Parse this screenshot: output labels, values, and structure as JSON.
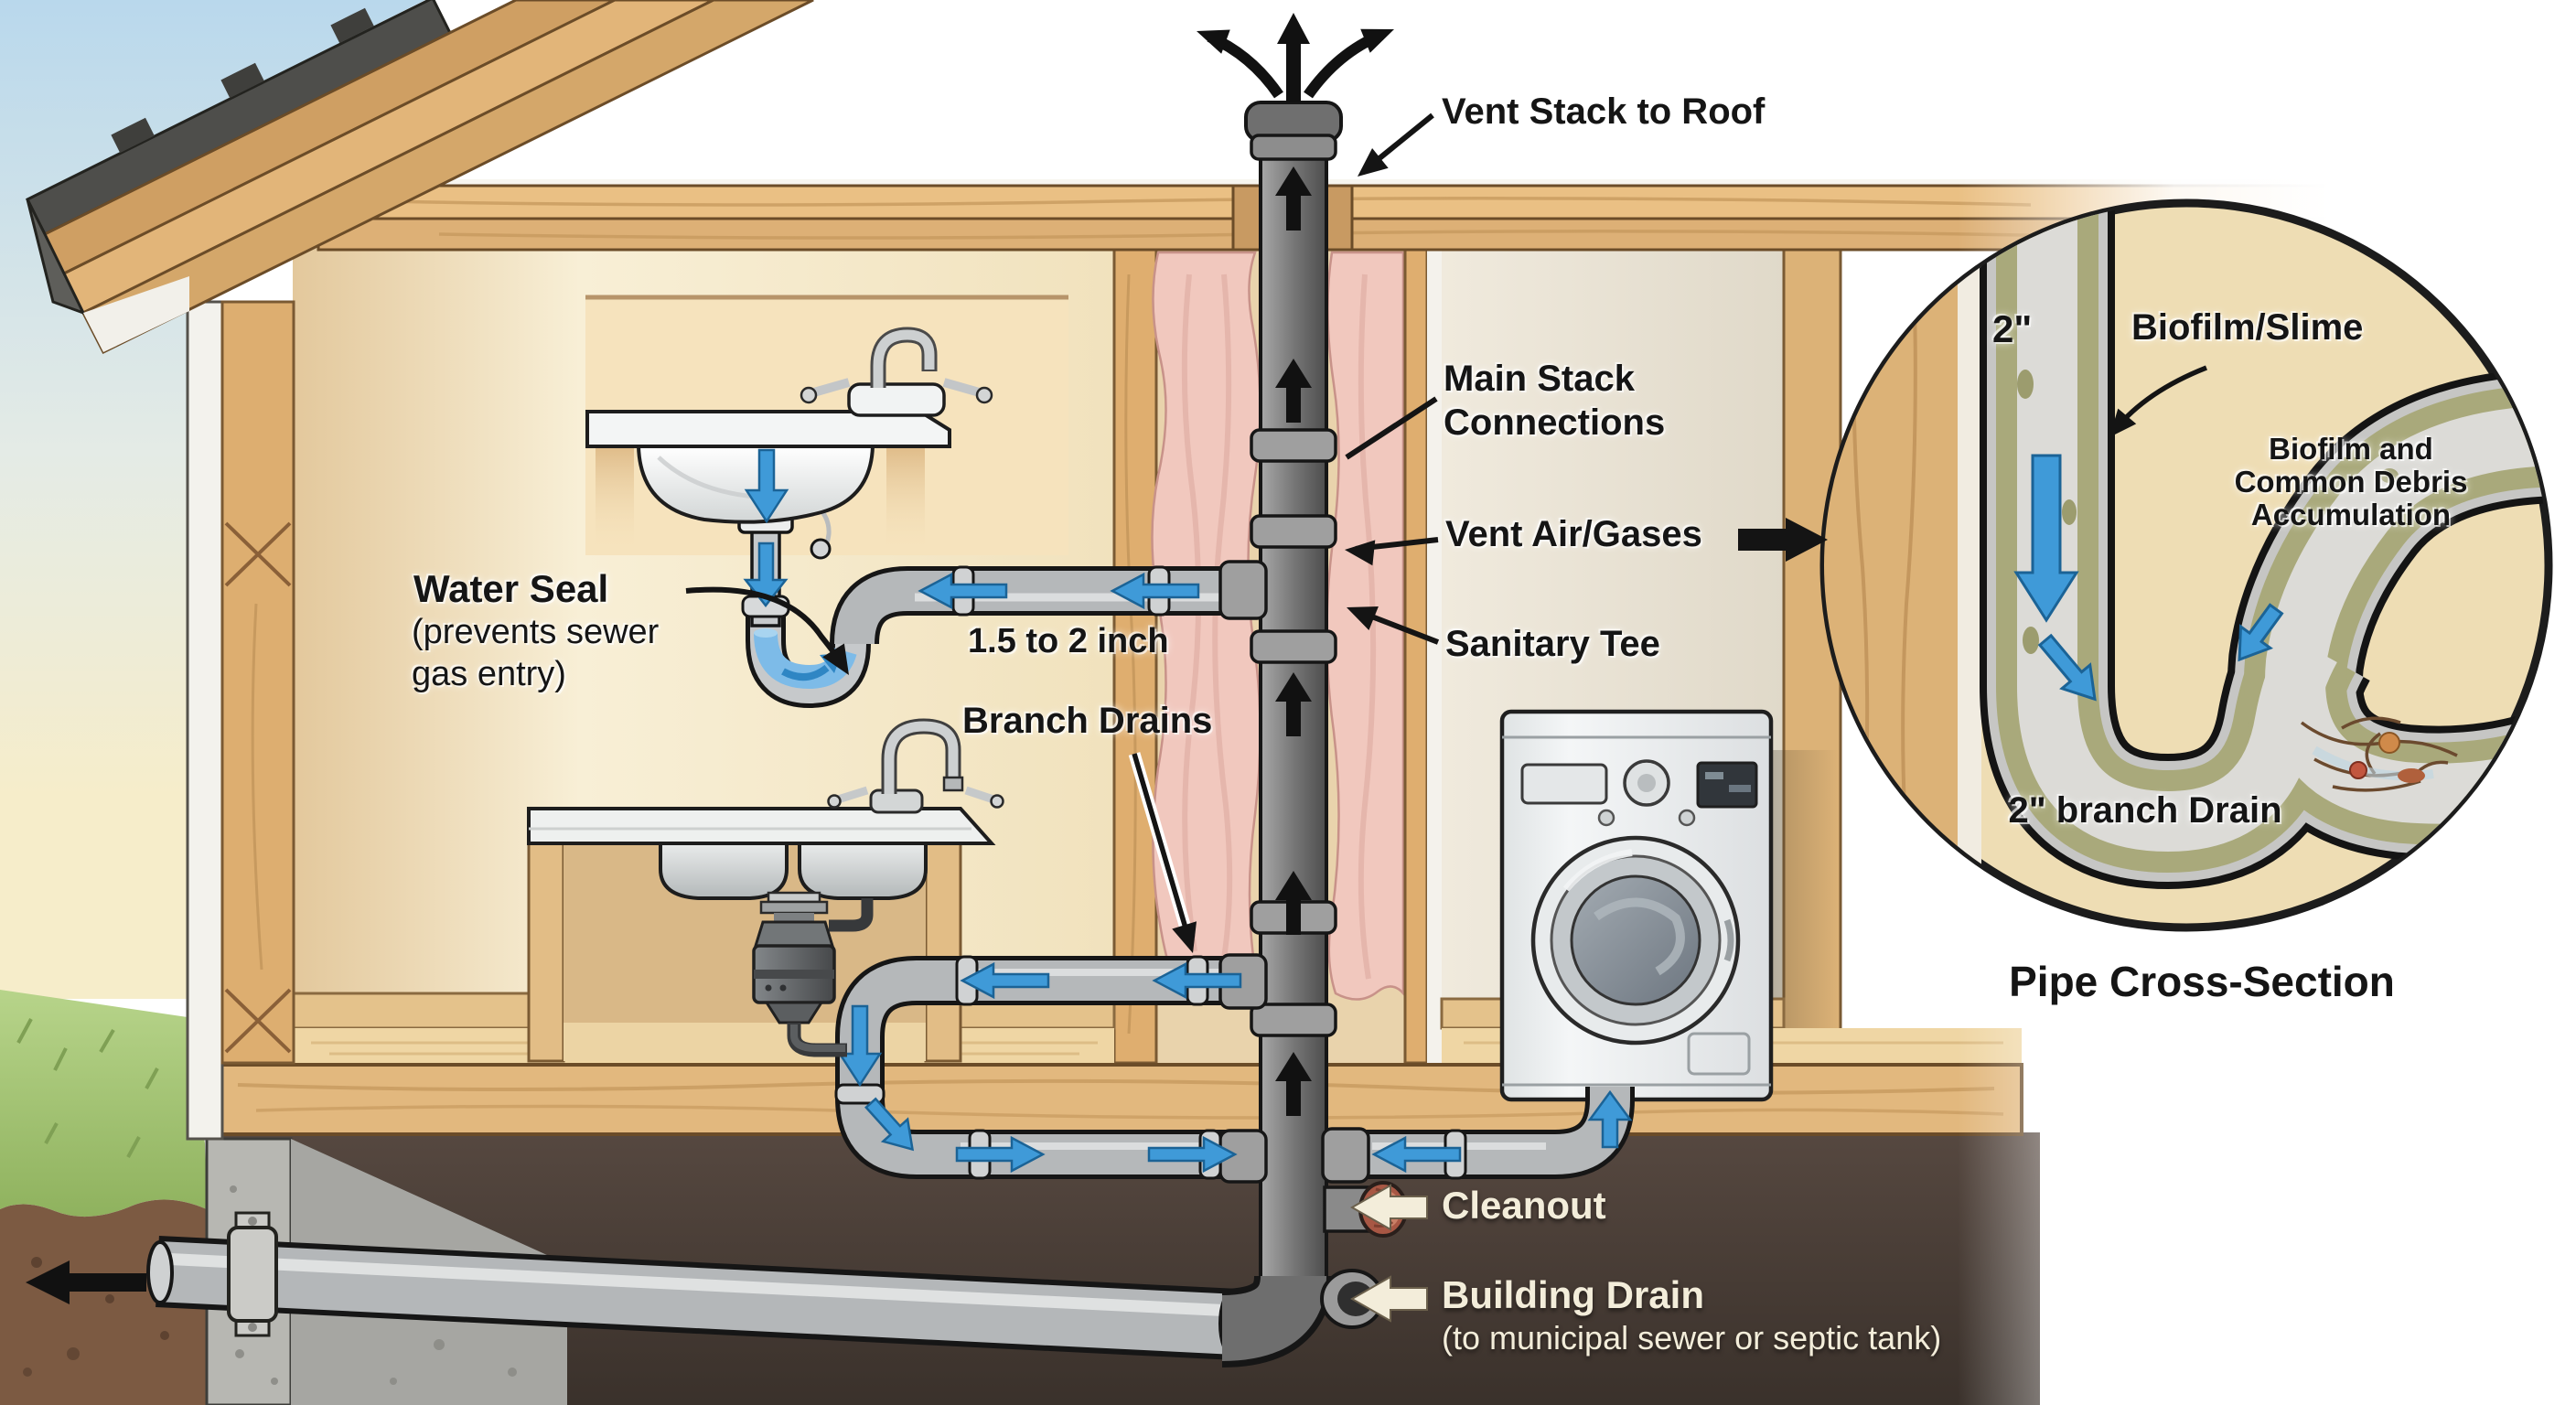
{
  "labels": {
    "vent_stack_to_roof": "Vent Stack to Roof",
    "main_stack_line1": "Main Stack",
    "main_stack_line2": "Connections",
    "vent_air_gases": "Vent Air/Gases",
    "sanitary_tee": "Sanitary Tee",
    "water_seal": "Water Seal",
    "water_seal_note1": "(prevents sewer",
    "water_seal_note2": "gas entry)",
    "branch_size": "1.5 to 2 inch",
    "branch_drains": "Branch Drains",
    "cleanout": "Cleanout",
    "building_drain": "Building Drain",
    "building_drain_note": "(to municipal sewer or septic tank)"
  },
  "inset": {
    "pipe_diameter": "2\"",
    "biofilm_slime": "Biofilm/Slime",
    "accumulation_line1": "Biofilm and",
    "accumulation_line2": "Common Debris",
    "accumulation_line3": "Accumulation",
    "branch_drain": "2\" branch Drain",
    "caption": "Pipe Cross-Section"
  },
  "colors": {
    "arrow_blue": "#3f9ad8",
    "label_black": "#151515",
    "label_cream": "#f3edda",
    "pipe_gray": "#b5b8ba",
    "stack_gray": "#6a6a6a",
    "insulation_pink": "#f2c9bf",
    "cleanout_red": "#b4604e",
    "inset_tan": "#eeddb4"
  }
}
